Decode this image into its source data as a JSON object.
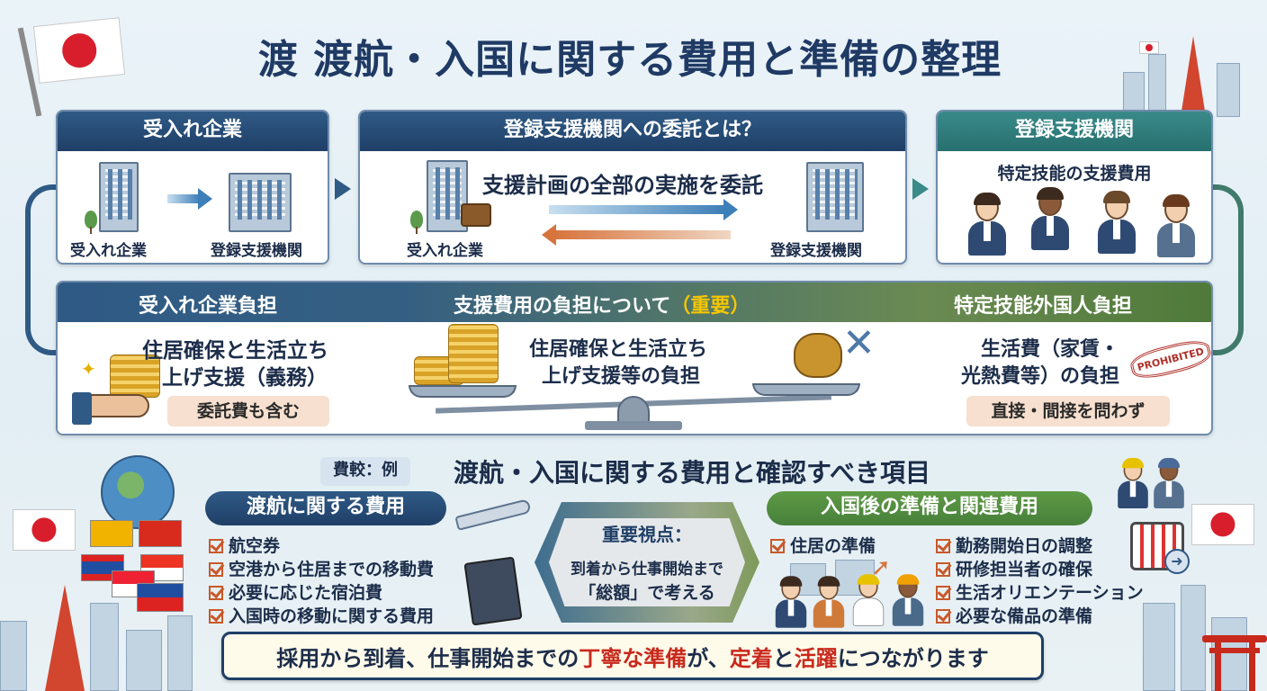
{
  "title": "渡 渡航・入国に関する費用と準備の整理",
  "top": {
    "company_panel": {
      "header": "受入れ企業",
      "from_label": "受入れ企業",
      "to_label": "登録支援機関"
    },
    "delegation_panel": {
      "header": "登録支援機関への委託とは？",
      "caption": "支援計画の全部の実施を委託",
      "left_label": "受入れ企業",
      "right_label": "登録支援機関"
    },
    "agency_panel": {
      "header": "登録支援機関",
      "subtitle": "特定技能の支援費用"
    }
  },
  "burden": {
    "left": {
      "header": "受入れ企業負担",
      "text_line1": "住居確保と生活立ち",
      "text_line2": "上げ支援（義務）",
      "pill": "委託費も含む"
    },
    "center": {
      "header_main": "支援費用の負担について",
      "header_accent": "（重要）",
      "text_line1": "住居確保と生活立ち",
      "text_line2": "上げ支援等の負担"
    },
    "right": {
      "header": "特定技能外国人負担",
      "text_line1": "生活費（家賃・",
      "text_line2": "光熱費等）の負担",
      "stamp": "PROHIBITED",
      "pill": "直接・間接を問わず"
    }
  },
  "section": {
    "tag": "費較：例",
    "title": "渡航・入国に関する費用と確認すべき項目",
    "left": {
      "header": "渡航に関する費用",
      "items": [
        "航空券",
        "空港から住居までの移動費",
        "必要に応じた宿泊費",
        "入国時の移動に関する費用"
      ]
    },
    "center": {
      "heading": "重要視点：",
      "line1": "到着から仕事開始まで",
      "line2": "「総額」で考える"
    },
    "right": {
      "header": "入国後の準備と関連費用",
      "col1": [
        "住居の準備"
      ],
      "col2": [
        "勤務開始日の調整",
        "研修担当者の確保",
        "生活オリエンテーション",
        "必要な備品の準備"
      ]
    }
  },
  "footer": {
    "part1": "採用から到着、仕事開始までの",
    "accent1": "丁寧な準備",
    "part2": "が、",
    "accent2": "定着",
    "part3": "と",
    "accent3": "活躍",
    "part4": "につながります"
  },
  "colors": {
    "navy": "#1f3f67",
    "teal": "#27706f",
    "accent_orange": "#e6a000",
    "accent_red": "#c8291d",
    "green": "#4f8a3d"
  }
}
